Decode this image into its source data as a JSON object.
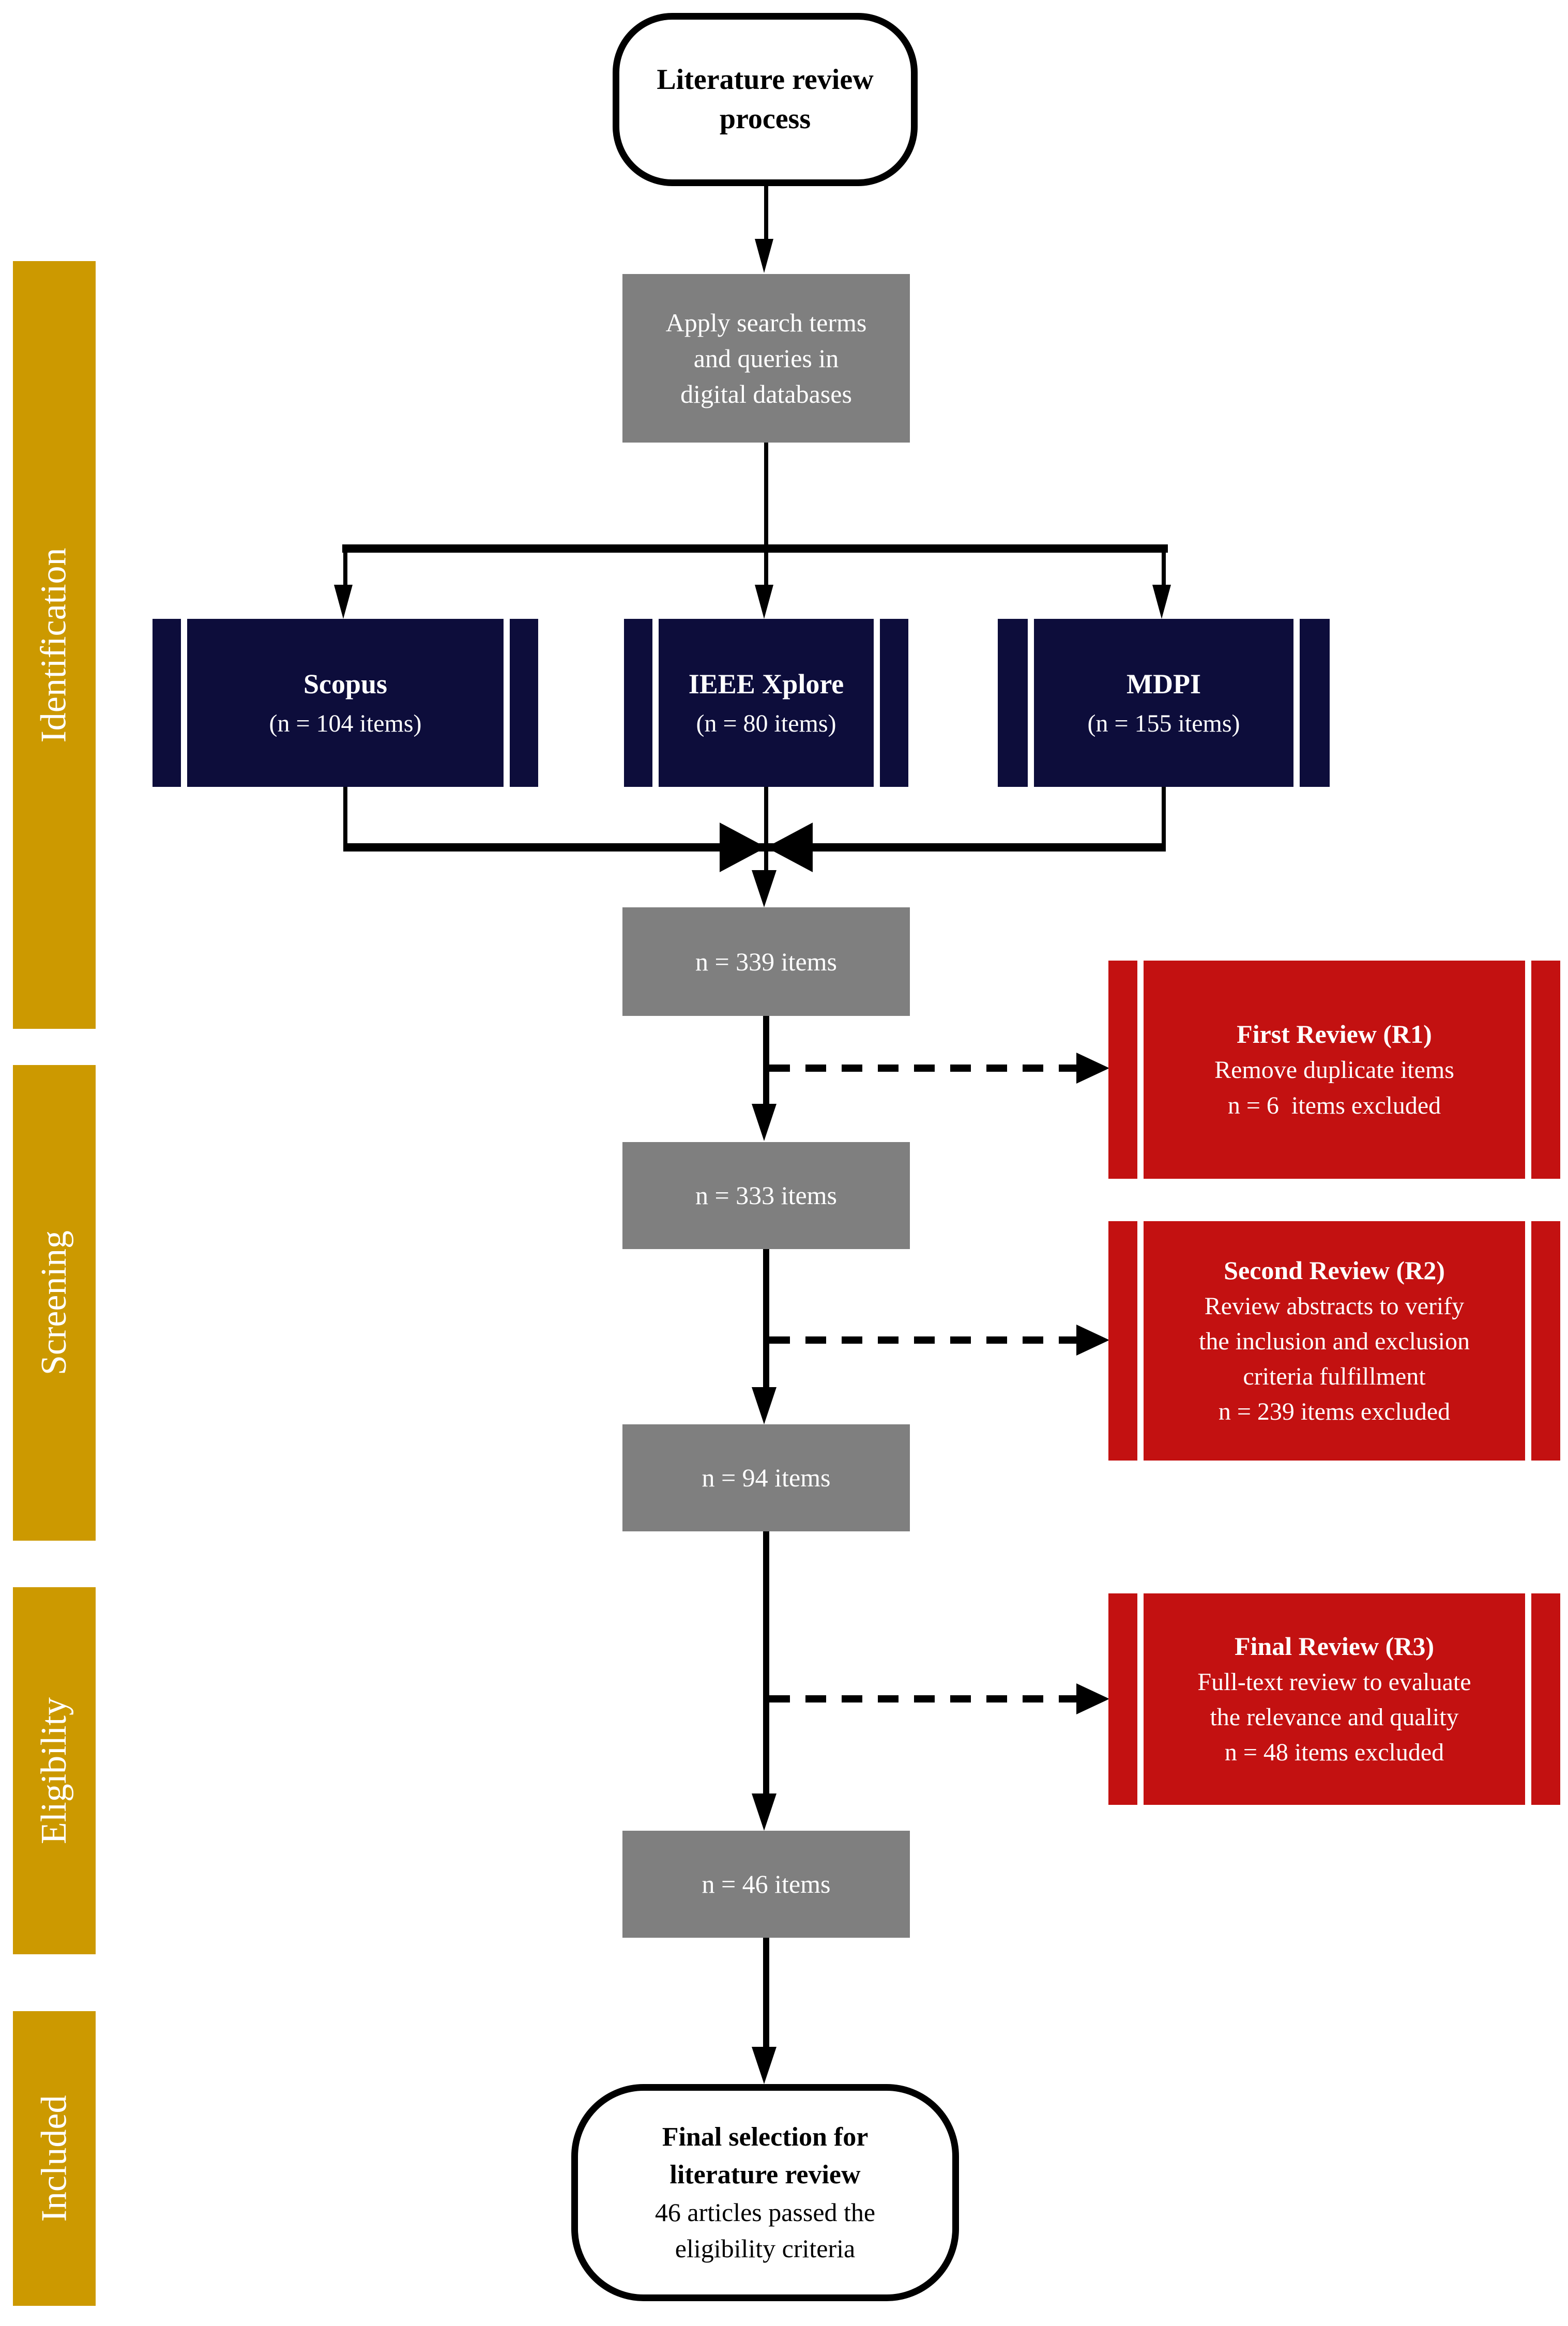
{
  "colors": {
    "stage_gold": "#CC9900",
    "database_navy": "#0D0D3B",
    "review_red": "#C31111",
    "process_gray": "#7F7F7F",
    "line_black": "#000000",
    "text_white": "#FFFFFF"
  },
  "stages": [
    {
      "label": "Identification"
    },
    {
      "label": "Screening"
    },
    {
      "label": "Eligibility"
    },
    {
      "label": "Included"
    }
  ],
  "start_node": {
    "text": "Literature review process"
  },
  "search_node": {
    "text": "Apply search terms and queries in digital databases"
  },
  "databases": [
    {
      "name": "Scopus",
      "count": "(n = 104 items)"
    },
    {
      "name": "IEEE Xplore",
      "count": "(n = 80 items)"
    },
    {
      "name": "MDPI",
      "count": "(n = 155 items)"
    }
  ],
  "totals": {
    "after_merge": "n = 339 items",
    "after_r1": "n = 333 items",
    "after_r2": "n = 94 items",
    "after_r3": "n = 46 items"
  },
  "reviews": [
    {
      "title": "First Review (R1)",
      "body": "Remove duplicate items",
      "excluded": "n = 6  items excluded"
    },
    {
      "title": "Second Review (R2)",
      "body": "Review abstracts to verify the inclusion and exclusion criteria fulfillment",
      "excluded": "n = 239 items excluded"
    },
    {
      "title": "Final Review (R3)",
      "body": "Full-text review to evaluate the relevance and quality",
      "excluded": "n = 48 items excluded"
    }
  ],
  "end_node": {
    "title": "Final selection for literature review",
    "subtitle": "46 articles passed the eligibility criteria"
  }
}
